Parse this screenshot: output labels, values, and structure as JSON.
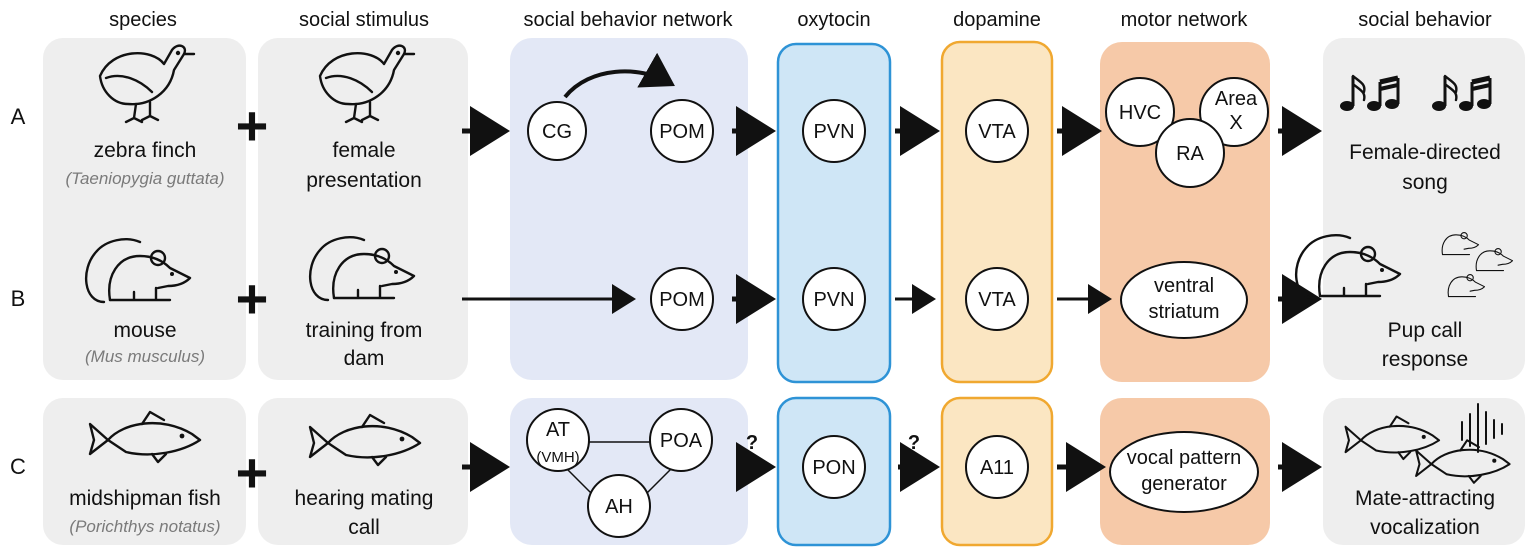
{
  "colors": {
    "gray_panel": "#eeeeee",
    "sbn_panel": "#e3e8f6",
    "oxytocin_fill": "#cfe6f6",
    "oxytocin_border": "#2e93d6",
    "dopamine_fill": "#fbe6c2",
    "dopamine_border": "#f0a830",
    "motor_fill": "#f6c9a8"
  },
  "headers": {
    "species": "species",
    "stimulus": "social stimulus",
    "sbn": "social behavior network",
    "oxytocin": "oxytocin",
    "dopamine": "dopamine",
    "motor": "motor network",
    "behavior": "social behavior"
  },
  "rows": {
    "A": {
      "letter": "A",
      "species_line1": "zebra finch",
      "species_sci": "(Taeniopygia guttata)",
      "species_icon": "bird-icon",
      "stimulus_line1": "female",
      "stimulus_line2": "presentation",
      "stimulus_icon": "bird-icon",
      "sbn_nodes": [
        "CG",
        "POM"
      ],
      "oxytocin_node": "PVN",
      "dopamine_node": "VTA",
      "motor_nodes": [
        "HVC",
        "RA",
        "Area",
        "X"
      ],
      "behavior_line1": "Female-directed",
      "behavior_line2": "song",
      "behavior_icon": "music-notes-icon"
    },
    "B": {
      "letter": "B",
      "species_line1": "mouse",
      "species_sci": "(Mus musculus)",
      "species_icon": "mouse-icon",
      "stimulus_line1": "training from",
      "stimulus_line2": "dam",
      "stimulus_icon": "mouse-icon",
      "sbn_node": "POM",
      "oxytocin_node": "PVN",
      "dopamine_node": "VTA",
      "motor_line1": "ventral",
      "motor_line2": "striatum",
      "behavior_line1": "Pup call",
      "behavior_line2": "response",
      "behavior_icon": "mouse-with-pups-icon"
    },
    "C": {
      "letter": "C",
      "species_line1": "midshipman fish",
      "species_sci": "(Porichthys notatus)",
      "species_icon": "fish-icon",
      "stimulus_line1": "hearing mating",
      "stimulus_line2": "call",
      "stimulus_icon": "fish-icon",
      "sbn_at": "AT",
      "sbn_vmh": "(VMH)",
      "sbn_poa": "POA",
      "sbn_ah": "AH",
      "question_mark": "?",
      "oxytocin_node": "PON",
      "dopamine_node": "A11",
      "motor_line1": "vocal pattern",
      "motor_line2": "generator",
      "behavior_line1": "Mate-attracting",
      "behavior_line2": "vocalization",
      "behavior_icon": "two-fish-sound-icon"
    }
  },
  "plus_sign": "+"
}
